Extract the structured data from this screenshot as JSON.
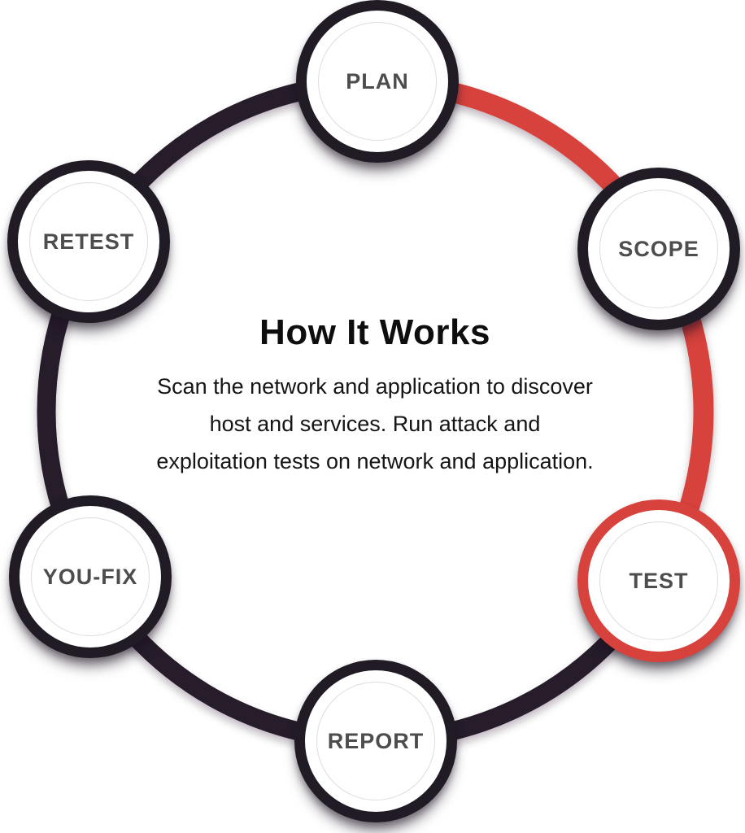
{
  "diagram": {
    "title": "How It Works",
    "description": "Scan the network and application to discover host and services. Run attack and exploitation tests on network and application.",
    "nodes": [
      {
        "label": "PLAN",
        "active": false
      },
      {
        "label": "SCOPE",
        "active": false
      },
      {
        "label": "TEST",
        "active": true
      },
      {
        "label": "REPORT",
        "active": false
      },
      {
        "label": "YOU-FIX",
        "active": false
      },
      {
        "label": "RETEST",
        "active": false
      }
    ],
    "progress_arc": {
      "from": "PLAN",
      "to": "TEST"
    },
    "colors": {
      "ring": "#261a2a",
      "accent": "#d7423c",
      "node_border": "#211b26",
      "node_fill": "#ffffff",
      "node_label": "#4d4d4d",
      "inner_ring": "#dddddd",
      "heading": "#0e0e0e",
      "body_text": "#151515"
    }
  }
}
